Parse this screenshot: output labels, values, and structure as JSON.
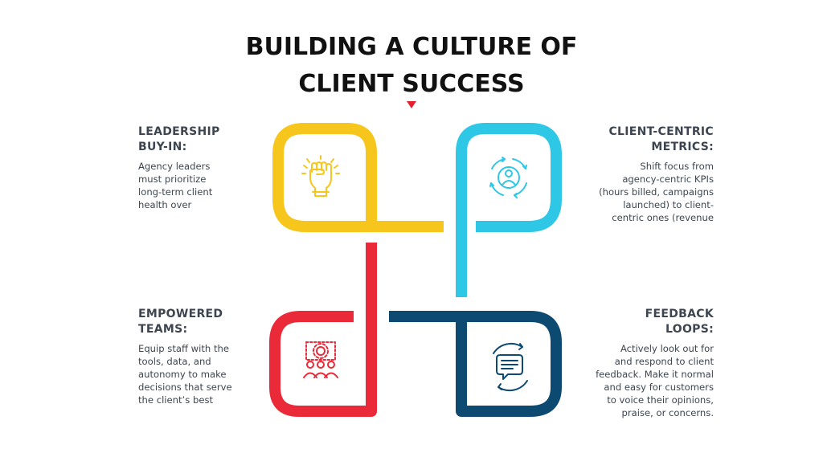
{
  "title": {
    "line1": "BUILDING A CULTURE OF",
    "line2": "CLIENT SUCCESS"
  },
  "colors": {
    "yellow": "#f6c61c",
    "cyan": "#2ec7e6",
    "red": "#ea2a39",
    "navy": "#0d4a72",
    "pointer": "#e2202e"
  },
  "icons": {
    "leadership": "raised-fist-icon",
    "metrics": "client-cycle-icon",
    "teams": "team-gear-icon",
    "feedback": "chat-feedback-icon"
  },
  "blocks": {
    "leadership": {
      "heading": [
        "LEADERSHIP",
        "BUY-IN:"
      ],
      "lines": [
        "Agency leaders",
        "must prioritize",
        "long-term client",
        "health over"
      ]
    },
    "metrics": {
      "heading": [
        "CLIENT-CENTRIC",
        "METRICS:"
      ],
      "lines": [
        "Shift focus from",
        "agency-centric KPIs",
        "(hours billed, campaigns",
        "launched) to client-",
        "centric ones (revenue"
      ]
    },
    "teams": {
      "heading": [
        "EMPOWERED",
        "TEAMS:"
      ],
      "lines": [
        "Equip staff with the",
        "tools, data, and",
        "autonomy to make",
        "decisions that serve",
        "the client’s best"
      ]
    },
    "feedback": {
      "heading": [
        "FEEDBACK",
        "LOOPS:"
      ],
      "lines": [
        "Actively look out for",
        "and respond to client",
        "feedback. Make it normal",
        "and easy for customers",
        "to voice their opinions,",
        "praise, or concerns."
      ]
    }
  }
}
